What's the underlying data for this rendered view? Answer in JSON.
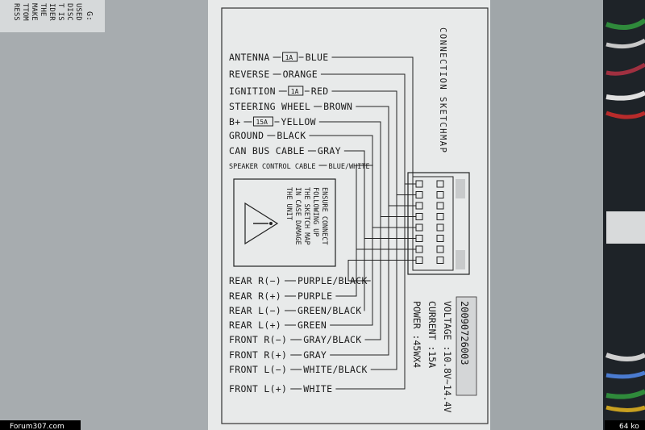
{
  "sticker": {
    "title": "CONNECTION SKETCHMAP",
    "top_pins": [
      {
        "label": "ANTENNA",
        "fuse": "1A",
        "color": "BLUE"
      },
      {
        "label": "REVERSE",
        "fuse": "",
        "color": "ORANGE"
      },
      {
        "label": "IGNITION",
        "fuse": "1A",
        "color": "RED"
      },
      {
        "label": "STEERING WHEEL",
        "fuse": "",
        "color": "BROWN"
      },
      {
        "label": "B+",
        "fuse": "15A",
        "color": "YELLOW"
      },
      {
        "label": "GROUND",
        "fuse": "",
        "color": "BLACK"
      },
      {
        "label": "CAN BUS CABLE",
        "fuse": "",
        "color": "GRAY"
      },
      {
        "label": "SPEAKER CONTROL CABLE",
        "fuse": "",
        "color": "BLUE/WHITE"
      }
    ],
    "bottom_pins": [
      {
        "label": "REAR R(−)",
        "color": "PURPLE/BLACK"
      },
      {
        "label": "REAR R(+)",
        "color": "PURPLE"
      },
      {
        "label": "REAR L(−)",
        "color": "GREEN/BLACK"
      },
      {
        "label": "REAR L(+)",
        "color": "GREEN"
      },
      {
        "label": "FRONT R(−)",
        "color": "GRAY/BLACK"
      },
      {
        "label": "FRONT R(+)",
        "color": "GRAY"
      },
      {
        "label": "FRONT L(−)",
        "color": "WHITE/BLACK"
      },
      {
        "label": "FRONT L(+)",
        "color": "WHITE"
      }
    ],
    "warning_lines": [
      "ENSURE CONNECT",
      "FOLLOWING UP",
      "THE SKETCH MAP",
      "IN CASE DAMAGE",
      "THE UNIT"
    ],
    "specs": {
      "serial": "20090726003",
      "voltage": "VOLTAGE :10.8V~14.4V",
      "current": "CURRENT :15A",
      "power": "POWER    :45WX4"
    }
  },
  "left_panel_text": [
    "USED",
    "DISC",
    "T IS",
    "IDER",
    "THE",
    "MAKE",
    "TTOM",
    "RESS"
  ],
  "left_panel_corner": "G:",
  "footer": {
    "left": "Forum307.com",
    "right": "64 ko"
  }
}
